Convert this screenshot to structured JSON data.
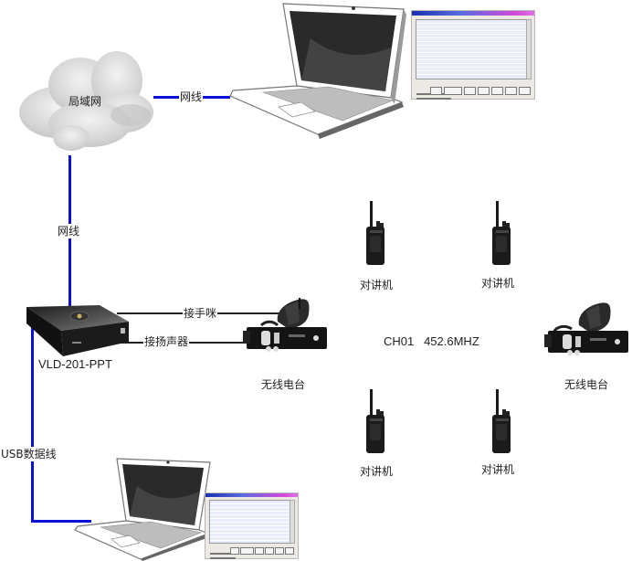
{
  "diagram": {
    "title": "",
    "nodes": {
      "lan": {
        "label": "局域网",
        "icon": "cloud-icon"
      },
      "laptop_top": {
        "label": "",
        "icon": "laptop-icon",
        "screen_thumbnail": "software-window-thumbnail"
      },
      "gateway": {
        "label": "VLD-201-PPT",
        "icon": "gateway-box-icon"
      },
      "laptop_bottom": {
        "label": "",
        "icon": "laptop-icon",
        "screen_thumbnail": "software-window-thumbnail"
      },
      "radio_left": {
        "label": "无线电台",
        "icon": "mobile-radio-icon"
      },
      "radio_right": {
        "label": "无线电台",
        "icon": "mobile-radio-icon"
      },
      "walkie_1": {
        "label": "对讲机",
        "icon": "walkie-talkie-icon"
      },
      "walkie_2": {
        "label": "对讲机",
        "icon": "walkie-talkie-icon"
      },
      "walkie_3": {
        "label": "对讲机",
        "icon": "walkie-talkie-icon"
      },
      "walkie_4": {
        "label": "对讲机",
        "icon": "walkie-talkie-icon"
      }
    },
    "edges": {
      "lan_to_laptop": {
        "label": "网线",
        "color": "#0a10d8"
      },
      "lan_to_gateway": {
        "label": "网线",
        "color": "#0a10d8"
      },
      "gateway_to_laptop": {
        "label": "USB数据线",
        "color": "#0a10d8"
      },
      "gateway_mic": {
        "label": "接手咪",
        "color": "#222222"
      },
      "gateway_speaker": {
        "label": "接扬声器",
        "color": "#222222"
      }
    },
    "channel": {
      "label": "CH01   452.6MHZ"
    }
  }
}
